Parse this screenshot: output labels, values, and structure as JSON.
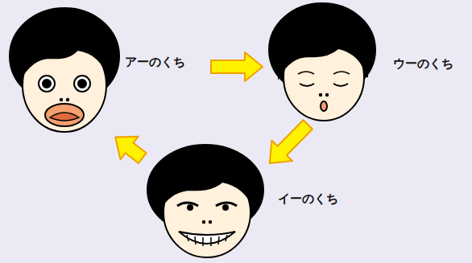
{
  "diagram": {
    "nodes": [
      {
        "text": [
          "アーのくち"
        ]
      },
      {
        "text": [
          "ウーのくち"
        ]
      },
      {
        "text": [
          "イーのくち"
        ]
      }
    ],
    "edges": [
      {
        "from": 0,
        "to": 1,
        "arrow": "to"
      },
      {
        "from": 1,
        "to": 2,
        "arrow": "to"
      },
      {
        "from": 2,
        "to": 0,
        "arrow": "to"
      }
    ]
  }
}
